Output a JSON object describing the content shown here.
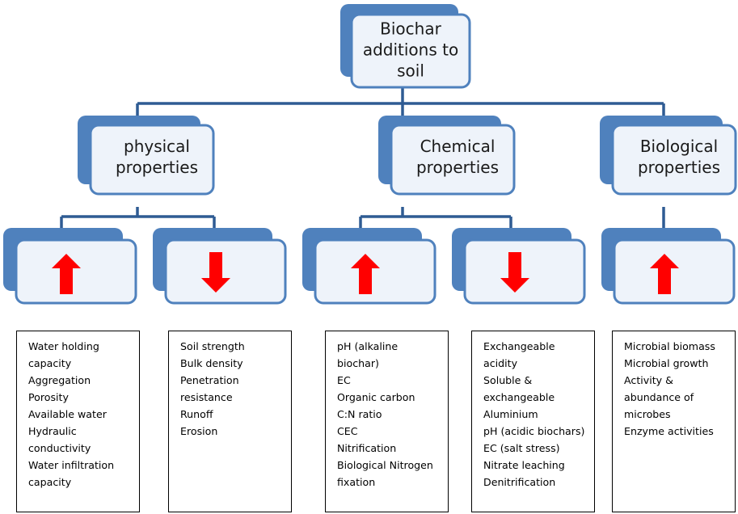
{
  "colors": {
    "back_block": "#4f81bd",
    "front_fill": "#eef3fa",
    "front_border": "#4f81bd",
    "connector": "#2e5b93",
    "arrow": "#ff0000"
  },
  "root": {
    "lines": [
      "Biochar",
      "additions to",
      "soil"
    ]
  },
  "categories": [
    {
      "lines": [
        "physical",
        "properties"
      ]
    },
    {
      "lines": [
        "Chemical",
        "properties"
      ]
    },
    {
      "lines": [
        "Biological",
        "properties"
      ]
    }
  ],
  "effects": [
    {
      "direction": "up",
      "icon": "arrow-up-icon"
    },
    {
      "direction": "down",
      "icon": "arrow-down-icon"
    },
    {
      "direction": "up",
      "icon": "arrow-up-icon"
    },
    {
      "direction": "down",
      "icon": "arrow-down-icon"
    },
    {
      "direction": "up",
      "icon": "arrow-up-icon"
    }
  ],
  "lists": [
    {
      "items": [
        "Water holding",
        "capacity",
        "Aggregation",
        "Porosity",
        "Available water",
        "Hydraulic",
        "conductivity",
        "Water infiltration",
        "capacity"
      ]
    },
    {
      "items": [
        "Soil strength",
        "Bulk density",
        "Penetration",
        "resistance",
        "Runoff",
        "Erosion"
      ]
    },
    {
      "items": [
        "pH (alkaline",
        "biochar)",
        "EC",
        "Organic carbon",
        "C:N ratio",
        "CEC",
        "Nitrification",
        "Biological Nitrogen",
        "fixation"
      ]
    },
    {
      "items": [
        "Exchangeable",
        "acidity",
        "Soluble &",
        "exchangeable",
        "Aluminium",
        "pH (acidic biochars)",
        "EC (salt stress)",
        "Nitrate leaching",
        "Denitrification"
      ]
    },
    {
      "items": [
        "Microbial biomass",
        "Microbial growth",
        "Activity &",
        "abundance of",
        "microbes",
        "Enzyme activities"
      ]
    }
  ]
}
